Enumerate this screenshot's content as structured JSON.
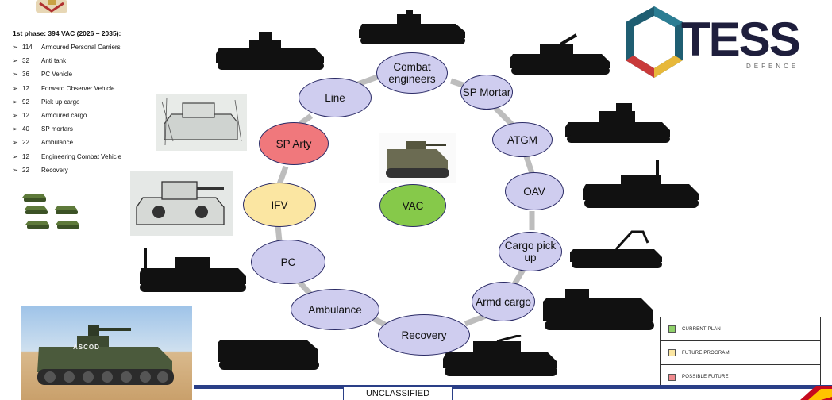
{
  "phase": {
    "title": "1st phase: 394 VAC (2026 – 2035):",
    "items": [
      {
        "qty": "114",
        "label": "Armoured Personal Carriers"
      },
      {
        "qty": "32",
        "label": "Anti tank"
      },
      {
        "qty": "36",
        "label": "PC Vehicle"
      },
      {
        "qty": "12",
        "label": "Forward Observer Vehicle"
      },
      {
        "qty": "92",
        "label": "Pick up cargo"
      },
      {
        "qty": "12",
        "label": "Armoured cargo"
      },
      {
        "qty": "40",
        "label": "SP mortars"
      },
      {
        "qty": "22",
        "label": "Ambulance"
      },
      {
        "qty": "12",
        "label": "Engineering Combat Vehicle"
      },
      {
        "qty": "22",
        "label": "Recovery"
      }
    ]
  },
  "nodes": {
    "combat": "Combat engineers",
    "mortar": "SP Mortar",
    "atgm": "ATGM",
    "oav": "OAV",
    "cargo_pickup": "Cargo pick up",
    "armd_cargo": "Armd cargo",
    "recovery": "Recovery",
    "ambulance": "Ambulance",
    "pc": "PC",
    "ifv": "IFV",
    "sp_arty": "SP Arty",
    "line": "Line",
    "vac": "VAC"
  },
  "photo_label": "ASCOD",
  "logo": {
    "text": "TESS",
    "sub": "DEFENCE"
  },
  "legend": [
    {
      "label": "CURRENT PLAN",
      "color": "#8fd16a"
    },
    {
      "label": "FUTURE PROGRAM",
      "color": "#fbe6a2"
    },
    {
      "label": "POSSIBLE FUTURE",
      "color": "#f08a8e"
    }
  ],
  "footer": {
    "classification": "UNCLASSIFIED"
  },
  "colors": {
    "node_default": "#cfcdef",
    "node_red": "#f0787c",
    "node_yellow": "#fbe6a2",
    "node_green": "#86c94a",
    "ring": "#bcbcbc",
    "navy": "#2a3f87"
  }
}
